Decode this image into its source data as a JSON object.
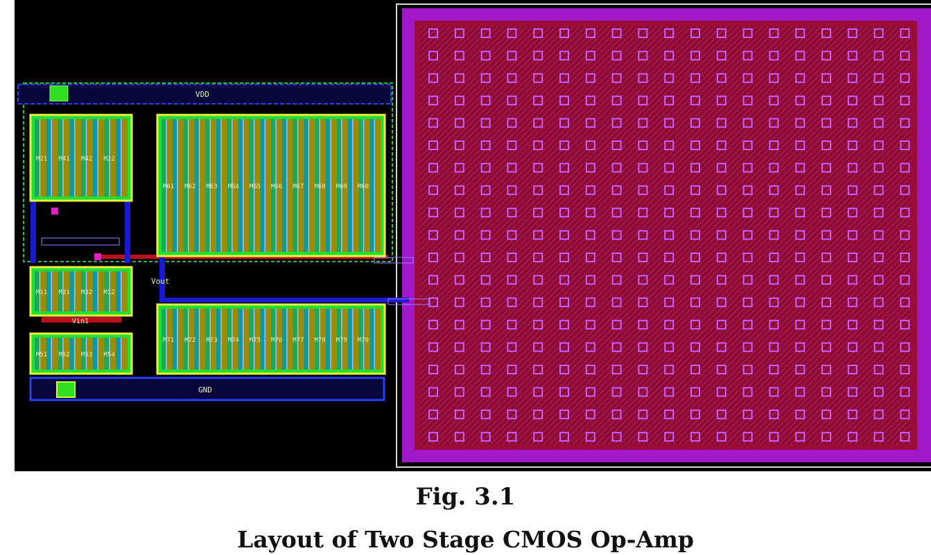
{
  "figure": {
    "number": "Fig. 3.1",
    "title": "Layout of Two Stage CMOS Op-Amp"
  },
  "layout": {
    "rails": {
      "vdd": "VDD",
      "gnd": "GND"
    },
    "nets": {
      "vout": "Vout",
      "vin": "Vin1"
    },
    "blocks": [
      {
        "id": "pmos-mirror",
        "labels": [
          "M21",
          "M41",
          "M42",
          "M22"
        ]
      },
      {
        "id": "pmos-second-stage",
        "labels": [
          "M61",
          "M62",
          "M63",
          "M64",
          "M65",
          "M66",
          "M67",
          "M68",
          "M69",
          "M60"
        ]
      },
      {
        "id": "input-pair",
        "labels": [
          "M11",
          "M31",
          "M32",
          "M12"
        ]
      },
      {
        "id": "tail-source",
        "labels": [
          "M51",
          "M52",
          "M53",
          "M54"
        ]
      },
      {
        "id": "nmos-second-stage",
        "labels": [
          "M71",
          "M72",
          "M73",
          "M74",
          "M75",
          "M76",
          "M77",
          "M78",
          "M79",
          "M70"
        ]
      }
    ],
    "colors": {
      "background": "#000000",
      "metal": "#1010c8",
      "active": "#a08a00",
      "diffusion": "#22e030",
      "poly": "#0aa0a0",
      "boundary": "#f0f040",
      "capacitor_plate": "#a00a3c",
      "capacitor_ring": "#a018c8"
    }
  }
}
